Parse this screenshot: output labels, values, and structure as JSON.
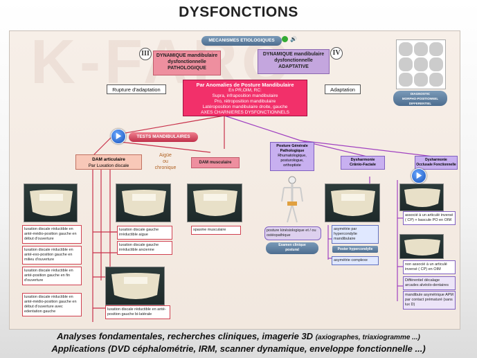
{
  "title": "DYSFONCTIONS",
  "watermark": "K-FARO",
  "header": {
    "mecanismes": "MECANISMES ETIOLOGIQUES",
    "roman_left": "III",
    "roman_right": "IV"
  },
  "dynamique_left": {
    "l1": "DYNAMIQUE mandibulaire",
    "l2": "dysfonctionnelle",
    "l3": "PATHOLOGIQUE"
  },
  "dynamique_right": {
    "l1": "DYNAMIQUE mandibulaire",
    "l2": "dysfonctionnelle",
    "l3": "ADAPTATIVE"
  },
  "rupture": "Rupture d'adaptation",
  "adaptation": "Adaptation",
  "main_box": {
    "h": "Par Anomalies de Posture Mandibulaire",
    "l1": "En PR,OIM, RC:",
    "l2": "Supra, infraposition mandibulaire",
    "l3": "Pro, rétroposition mandibulaire",
    "l4": "Latéroposition mandibulaire droite, gauche",
    "l5": "AXES CHARNIERES DYSFONCTIONNELS"
  },
  "diagnostic": {
    "l1": "DIAGNOSTIC",
    "l2": "MORPHO-POSITIONNEL",
    "l3": "DIFFERENTIEL"
  },
  "tests": "TESTS MANDIBULAIRES",
  "dam_art": {
    "l1": "DAM articulaire",
    "l2": "Par Luxation discale"
  },
  "aigue": {
    "l1": "Aigüe",
    "l2": "ou",
    "l3": "chronique"
  },
  "dam_musc": "DAM musculaire",
  "posture": {
    "l1": "Posture Générale",
    "l2": "Pathologique",
    "l3": "Rhumatologique,",
    "l4": "posturologue,",
    "l5": "orthoptiste"
  },
  "dysh_cranio": {
    "l1": "Dysharmonie",
    "l2": "Crânio-Faciale"
  },
  "dysh_occl": {
    "l1": "Dysharmonie",
    "l2": "Occlusale Fonctionnelle"
  },
  "notes_left": [
    "luxation discale réductible en anté-médio-position gauche en début d'ouverture",
    "luxation discale réductible en anté-exo-position gauche en milieu d'ouverture",
    "luxation discale réductible en anté-position gauche en fin d'ouverture",
    "luxation discale réductible en anté-médio-position gauche en début d'ouverture avec edentation gauche"
  ],
  "notes_mid": [
    "luxation discale gauche irréductible aigue",
    "luxation discale gauche irréductible ancienne"
  ],
  "note_mid_bottom": "luxation discale réductible en anté-position gauche bi-latérale",
  "note_spasme": "spasme musculaire",
  "note_posture": "posture kinésiologique et / ou ostéopathique",
  "examen": {
    "l1": "Examen clinique",
    "l2": "postural"
  },
  "note_asym": "asymétrie par hypercondylie mandibulaire",
  "poster": "Poster hypercondylie",
  "asym_complexe": "asymétrie complexe",
  "notes_right": [
    "associé à un articulé inversé ( CP) + bascule PO en OIM",
    "non associé à un articulé inversé ( CP) en OIM",
    "Différentiel décalage arcades alvéolo-dentaires",
    "mandibule asymétrique APM par contact prématuré (sans lux D)"
  ],
  "footer": {
    "l1_main": "Analyses fondamentales, recherches cliniques, imagerie 3D",
    "l1_small": "(axiographes, triaxiogramme ...)",
    "l2": "Applications (DVD céphalométrie, IRM, scanner dynamique, enveloppe fonctionnelle ...)"
  },
  "colors": {
    "main": "#f2306a",
    "red_box": "#ee8f9f",
    "purple_box": "#c4a6de",
    "accent_blue": "#1550b8"
  }
}
